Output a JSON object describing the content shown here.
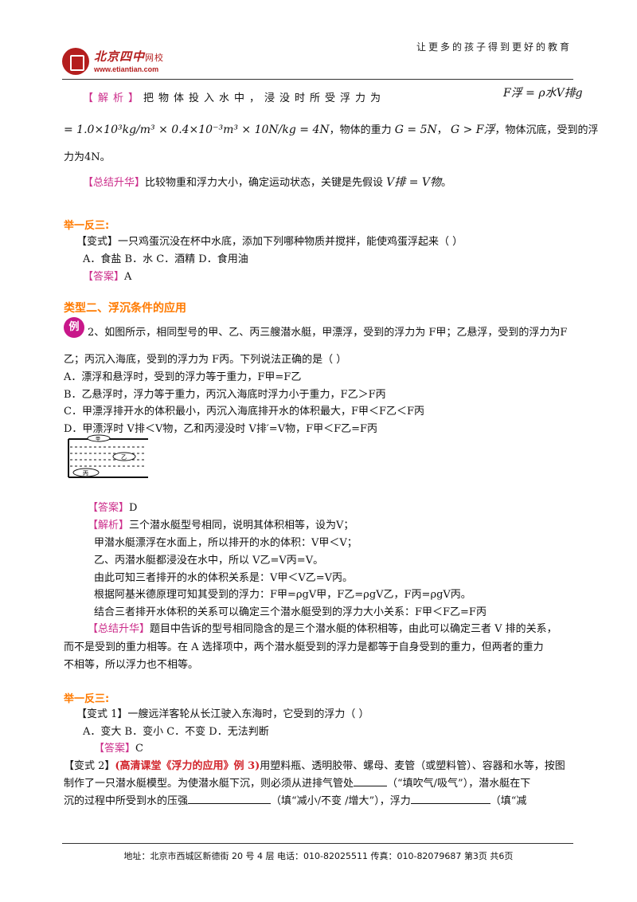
{
  "header": {
    "logo_cn": "北京四中",
    "logo_small": "网校",
    "logo_url": "www.etiantian.com",
    "slogan": "让更多的孩子得到更好的教育"
  },
  "analysis1": {
    "label": "【解析】",
    "lead": "把物体投入水中，浸没时所受浮力为",
    "formula1": "F浮 = ρ水V排g",
    "formula2": "= 1.0×10³kg/m³ × 0.4×10⁻³m³ × 10N/kg = 4N",
    "mid": "，物体的重力",
    "g_eq": "G = 5N",
    "comma": "，",
    "g_gt": "G > F浮",
    "tail": "，物体沉底，受到的浮",
    "line3": "力为4N。"
  },
  "summary1": {
    "label": "【总结升华】",
    "text": "比较物重和浮力大小，确定运动状态，关键是先假设",
    "formula": "V排 = V物",
    "end": "。"
  },
  "practice1": {
    "heading": "举一反三:",
    "question": "【变式】一只鸡蛋沉没在杯中水底，添加下列哪种物质并搅拌，能使鸡蛋浮起来（    ）",
    "options": "A．食盐    B．水    C．酒精    D．食用油",
    "answer_label": "【答案】",
    "answer": "A"
  },
  "section2": {
    "title": "类型二、浮沉条件的应用",
    "badge": "例",
    "q_line1": "2、如图所示，相同型号的甲、乙、丙三艘潜水艇，甲漂浮，受到的浮力为 F甲；乙悬浮，受到的浮力为F",
    "q_line2": "乙；丙沉入海底，受到的浮力为 F丙。下列说法正确的是（      ）",
    "opt_a": "A．漂浮和悬浮时，受到的浮力等于重力，F甲=F乙",
    "opt_b": "B．乙悬浮时，浮力等于重力，丙沉入海底时浮力小于重力，F乙＞F丙",
    "opt_c": "C．甲漂浮排开水的体积最小，丙沉入海底排开水的体积最大，F甲＜F乙＜F丙",
    "opt_d": "D．甲漂浮时 V排＜V物，乙和丙浸没时 V排′=V物，F甲＜F乙=F丙",
    "fig_a": "甲",
    "fig_b": "乙",
    "fig_c": "丙",
    "answer_label": "【答案】",
    "answer": "D",
    "analysis_label": "【解析】",
    "a1": "三个潜水艇型号相同，说明其体积相等，设为V；",
    "a2": "甲潜水艇漂浮在水面上，所以排开的水的体积：V甲＜V；",
    "a3": "乙、丙潜水艇都浸没在水中，所以 V乙=V丙=V。",
    "a4": "由此可知三者排开的水的体积关系是：V甲＜V乙=V丙。",
    "a5": "根据阿基米德原理可知其受到的浮力：F甲=ρgV甲，F乙=ρgV乙，F丙=ρgV丙。",
    "a6": "结合三者排开水体积的关系可以确定三个潜水艇受到的浮力大小关系：F甲＜F乙=F丙",
    "summary_label": "【总结升华】",
    "s1": "题目中告诉的型号相同隐含的是三个潜水艇的体积相等，由此可以确定三者 V 排的关系，",
    "s2": "而不是受到的重力相等。在 A 选择项中，两个潜水艇受到的浮力是都等于自身受到的重力，但两者的重力",
    "s3": "不相等，所以浮力也不相等。"
  },
  "practice2": {
    "heading": "举一反三:",
    "q1": "【变式 1】一艘远洋客轮从长江驶入东海时，它受到的浮力（        ）",
    "opts1": "A．变大      B．变小      C．不变      D．无法判断",
    "answer_label": "【答案】",
    "answer": "C",
    "q2_lead": "【变式 2】",
    "q2_ref": "(高清课堂《浮力的应用》例 3)",
    "q2_text": "用塑料瓶、透明胶带、螺母、麦管（或塑料管）、容器和水等，按图",
    "q2_line2a": "制作了一只潜水艇模型。为使潜水艇下沉，则必须从进排气管处",
    "q2_line2b": "（“填吹气/吸气”），潜水艇在下",
    "q2_line3a": "沉的过程中所受到水的压强",
    "q2_line3b": "（填“减小/不变 /增大”），浮力",
    "q2_line3c": "（填“减"
  },
  "footer": {
    "text": "地址：北京市西城区新德街 20 号 4 层  电话：010-82025511  传真：010-82079687",
    "page": "第3页  共6页"
  }
}
